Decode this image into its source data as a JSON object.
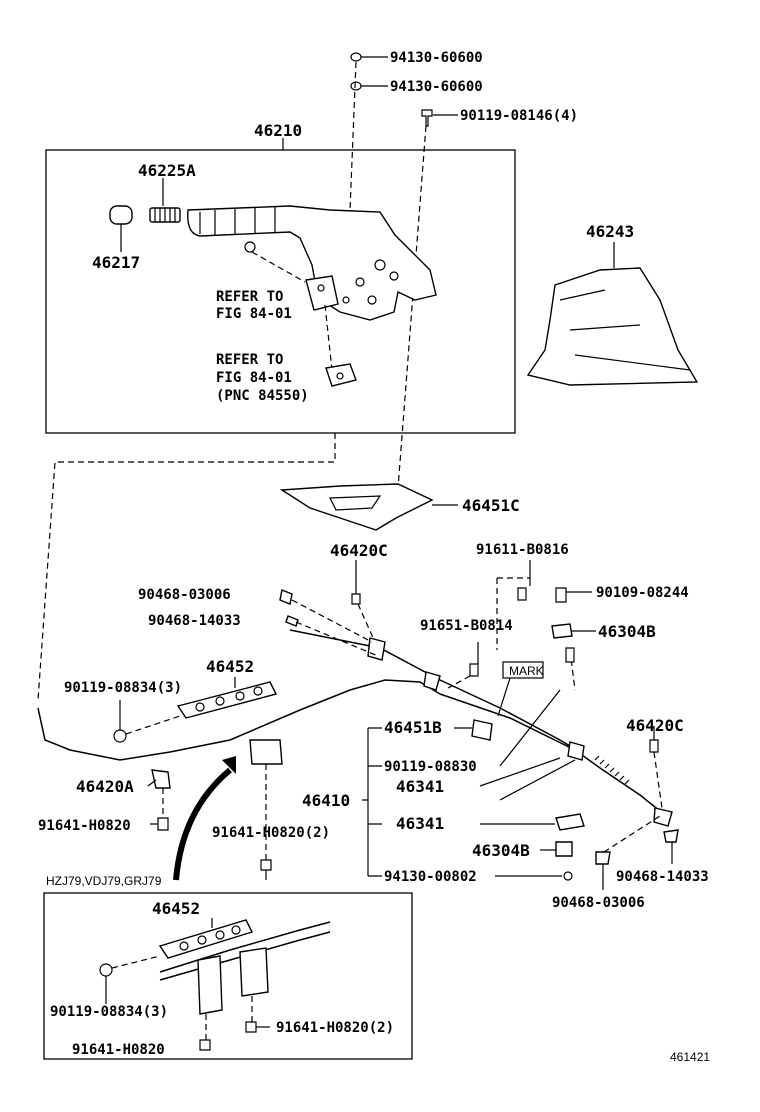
{
  "labels": {
    "p_94130_60600_a": "94130-60600",
    "p_94130_60600_b": "94130-60600",
    "p_90119_08146": "90119-08146(4)",
    "p_46210": "46210",
    "p_46225A": "46225A",
    "p_46217": "46217",
    "refer1_a": "REFER TO",
    "refer1_b": "FIG 84-01",
    "refer2_a": "REFER TO",
    "refer2_b": "FIG 84-01",
    "refer2_c": "(PNC 84550)",
    "p_46243": "46243",
    "p_46451C": "46451C",
    "p_46420C_top": "46420C",
    "p_91611_B0816": "91611-B0816",
    "p_90468_03006_top": "90468-03006",
    "p_90109_08244": "90109-08244",
    "p_90468_14033_top": "90468-14033",
    "p_91651_B0814": "91651-B0814",
    "p_46304B_top": "46304B",
    "p_46452_main": "46452",
    "mark": "MARK",
    "p_90119_08834_main": "90119-08834(3)",
    "p_46451B": "46451B",
    "p_46420C_right": "46420C",
    "p_46420A": "46420A",
    "p_90119_08830": "90119-08830",
    "p_46341_a": "46341",
    "p_46410": "46410",
    "p_91641_H0820_left": "91641-H0820",
    "p_91641_H0820_2_main": "91641-H0820(2)",
    "p_46341_b": "46341",
    "p_46304B_bottom": "46304B",
    "p_90468_14033_bottom": "90468-14033",
    "p_94130_00802": "94130-00802",
    "variant_models": "HZJ79,VDJ79,GRJ79",
    "p_90468_03006_bottom": "90468-03006",
    "p_46452_inset": "46452",
    "p_90119_08834_inset": "90119-08834(3)",
    "p_91641_H0820_2_inset": "91641-H0820(2)",
    "p_91641_H0820_inset": "91641-H0820",
    "diagram_id": "461421"
  }
}
